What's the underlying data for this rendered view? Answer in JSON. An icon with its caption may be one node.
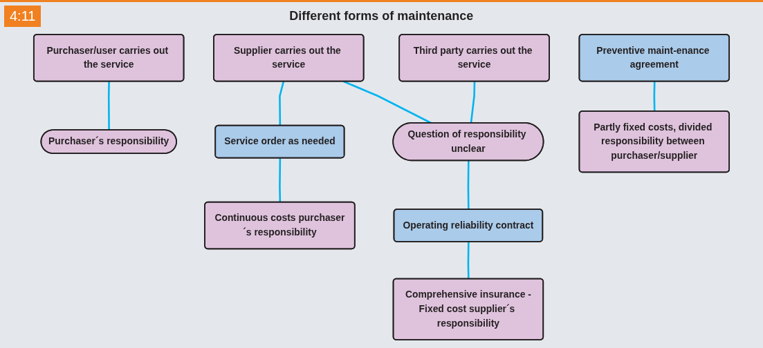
{
  "diagram": {
    "title": "Different forms of maintenance",
    "nodes": [
      {
        "text": [
          "Purchaser/user carries out the service"
        ]
      },
      {
        "text": [
          "Supplier carries out the service"
        ]
      },
      {
        "text": [
          "Third party carries out the service"
        ]
      },
      {
        "text": [
          "Purchaser´s responsibility"
        ]
      },
      {
        "text": [
          "Question of responsibility unclear"
        ]
      },
      {
        "text": [
          "Service order as needed"
        ]
      },
      {
        "text": [
          "Preventive maint-enance agreement"
        ]
      },
      {
        "text": [
          "Operating reliability contract"
        ]
      },
      {
        "text": [
          "Continuous costs purchaser´s responsibility"
        ]
      },
      {
        "text": [
          "Partly fixed costs, divided responsibility between purchaser/supplier"
        ]
      },
      {
        "text": [
          "Comprehensive insurance -Fixed cost supplier´s responsibility"
        ]
      }
    ],
    "edges": [
      {
        "from": 0,
        "to": 3,
        "arrow": "none"
      },
      {
        "from": 1,
        "to": 5,
        "arrow": "none"
      },
      {
        "from": 1,
        "to": 4,
        "arrow": "none"
      },
      {
        "from": 2,
        "to": 4,
        "arrow": "none"
      },
      {
        "from": 4,
        "to": 7,
        "arrow": "none"
      },
      {
        "from": 5,
        "to": 8,
        "arrow": "none"
      },
      {
        "from": 6,
        "to": 9,
        "arrow": "none"
      },
      {
        "from": 7,
        "to": 10,
        "arrow": "none"
      }
    ],
    "labels": [
      "4:11"
    ]
  }
}
